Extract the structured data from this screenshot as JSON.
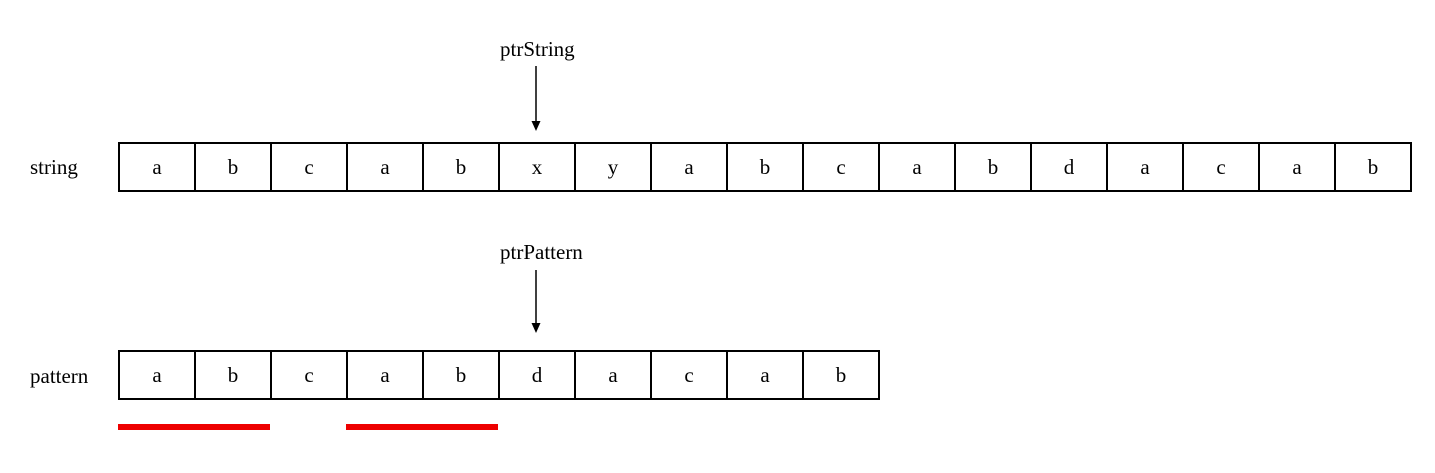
{
  "string_row": {
    "label": "string",
    "pointer_label": "ptrString",
    "cells": [
      "a",
      "b",
      "c",
      "a",
      "b",
      "x",
      "y",
      "a",
      "b",
      "c",
      "a",
      "b",
      "d",
      "a",
      "c",
      "a",
      "b"
    ]
  },
  "pattern_row": {
    "label": "pattern",
    "pointer_label": "ptrPattern",
    "cells": [
      "a",
      "b",
      "c",
      "a",
      "b",
      "d",
      "a",
      "c",
      "a",
      "b"
    ]
  },
  "colors": {
    "highlight": "#ee0000",
    "line": "#000000"
  }
}
